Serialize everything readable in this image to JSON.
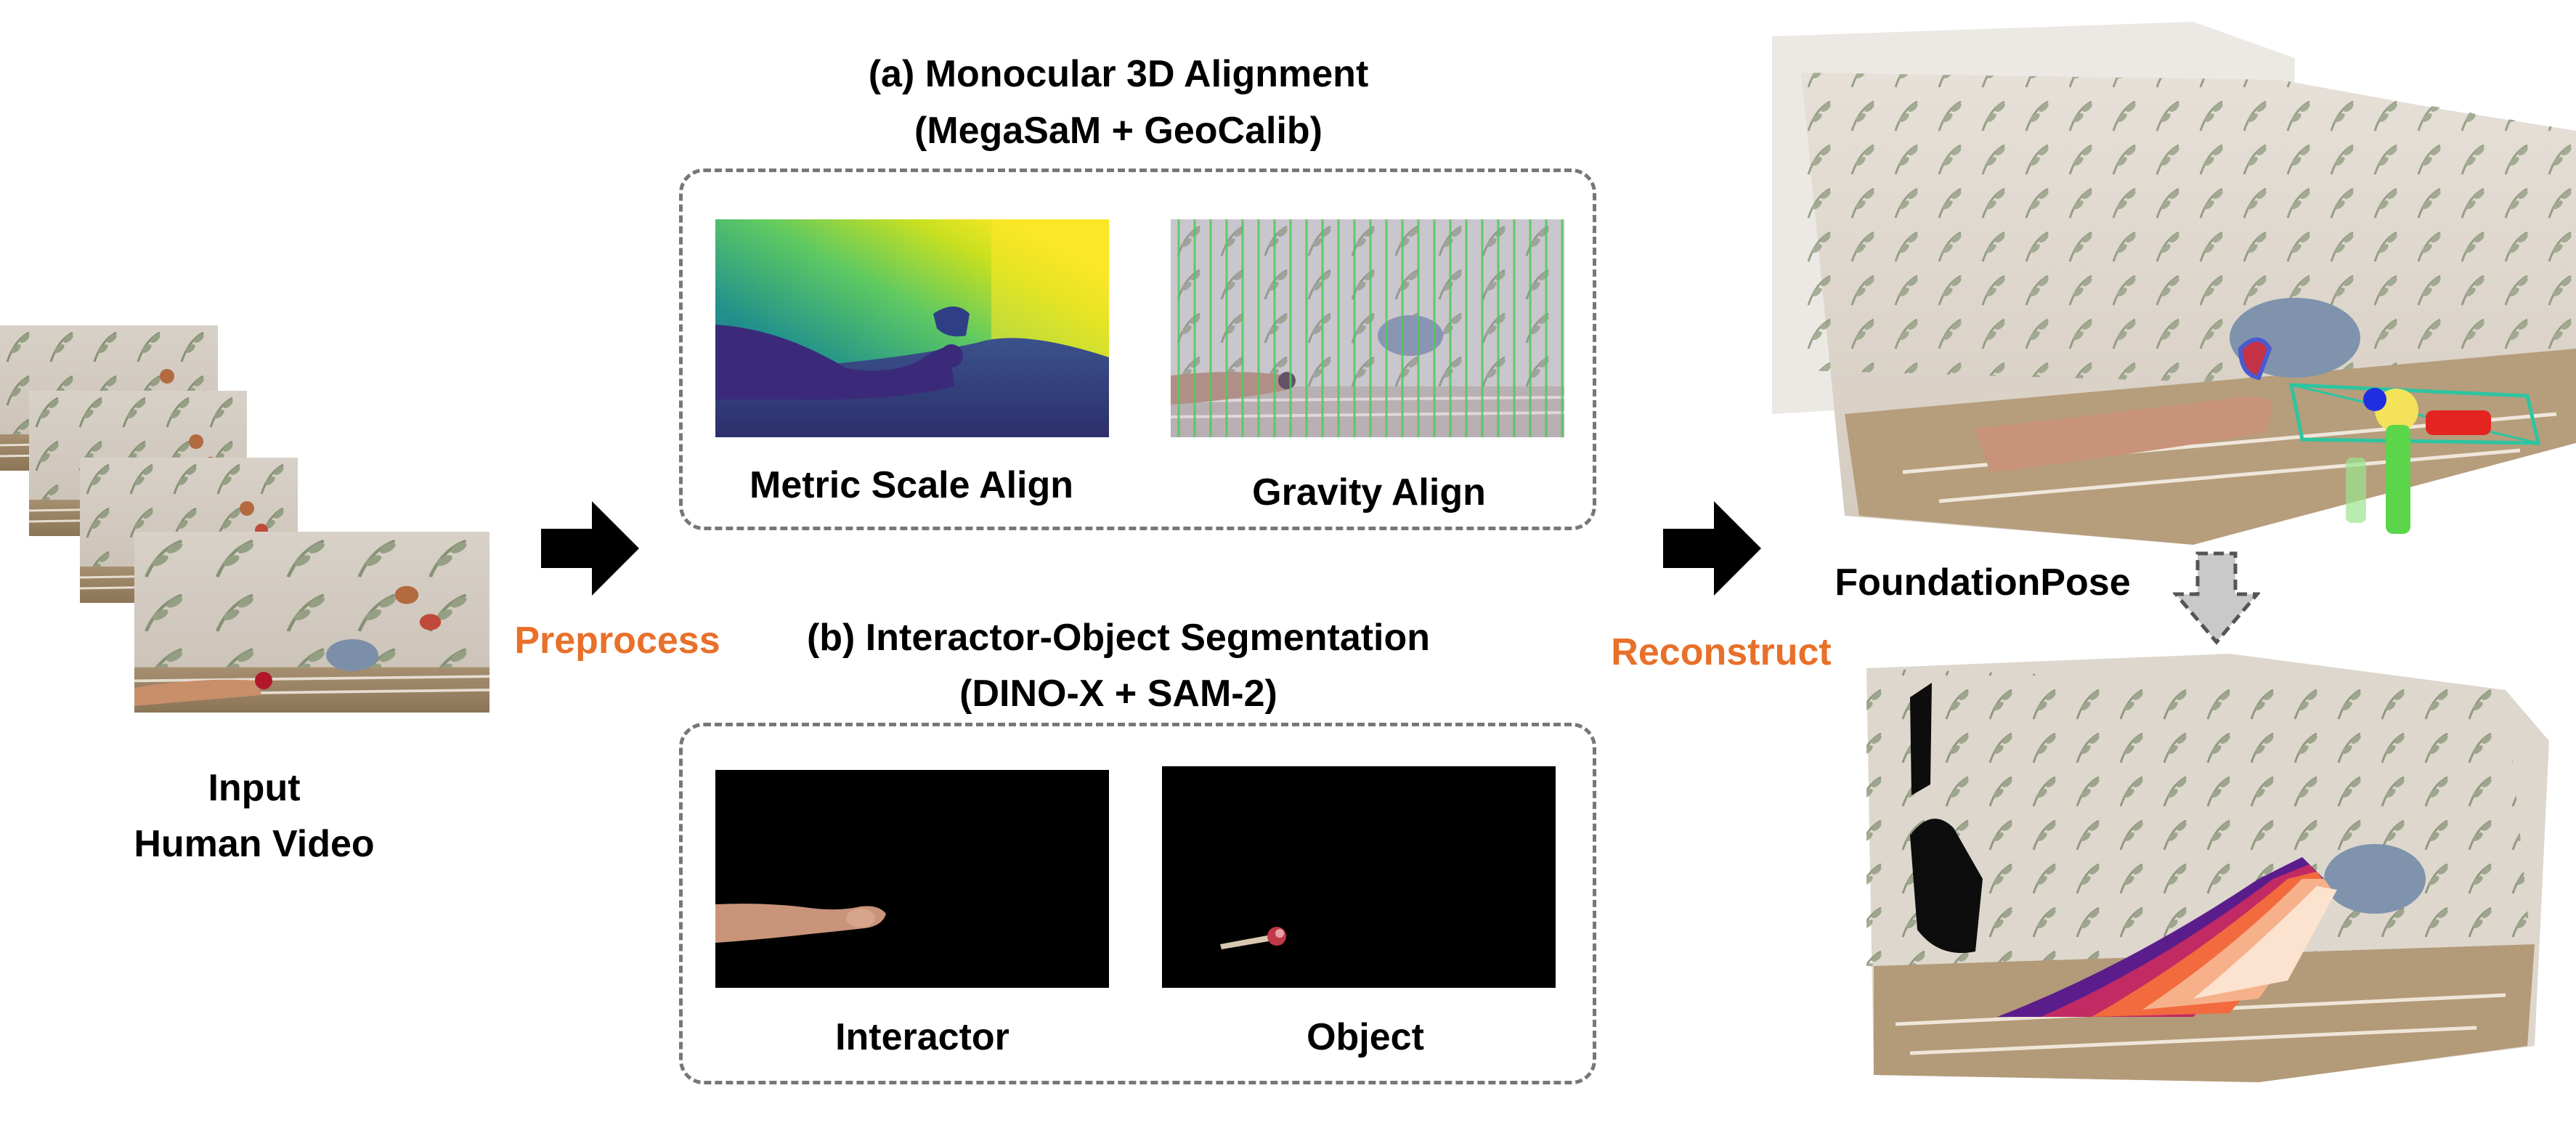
{
  "input": {
    "line1": "Input",
    "line2": "Human Video"
  },
  "steps": {
    "preprocess": "Preprocess",
    "reconstruct": "Reconstruct"
  },
  "section_a": {
    "title": "(a)   Monocular 3D Alignment",
    "subtitle": "(MegaSaM + GeoCalib)",
    "left_caption": "Metric Scale Align",
    "right_caption": "Gravity Align"
  },
  "section_b": {
    "title": "(b) Interactor-Object Segmentation",
    "subtitle": "(DINO-X + SAM-2)",
    "left_caption": "Interactor",
    "right_caption": "Object"
  },
  "right": {
    "pose_label": "FoundationPose"
  },
  "colors": {
    "accent": "#e8702a",
    "dash": "#777777",
    "arrow": "#000000"
  }
}
